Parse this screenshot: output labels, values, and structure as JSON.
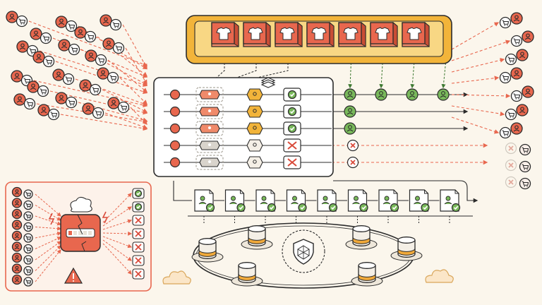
{
  "colors": {
    "background": "#fbf6ec",
    "ink": "#2b2b2b",
    "accent": "#e8674e",
    "accent_light": "#f6d9cc",
    "tray": "#f2b43a",
    "tray_light": "#f8d784",
    "success": "#79b95b",
    "success_dark": "#3f7a33",
    "failure": "#d94a3a",
    "panel": "#ffffff",
    "muted": "#cfc9bf",
    "db_band": "#f0a93a"
  },
  "icons": {
    "product": "tshirt-box-icon",
    "customer": "user-avatar-icon",
    "cart": "shopping-cart-icon",
    "stack": "layers-stack-icon",
    "hold": "ticket-hold-icon",
    "pay": "payment-hexagon-icon",
    "confirm": "check-badge-icon",
    "reject": "cross-badge-icon",
    "ledger": "document-check-icon",
    "database": "database-cylinder-icon",
    "shield": "shield-network-icon",
    "overload": "overloaded-server-icon",
    "warning": "warning-triangle-icon",
    "cloud": "cloud-icon"
  },
  "inventory": {
    "slots": 7
  },
  "incoming_requests": {
    "pairs": 20
  },
  "pipeline": {
    "rows": [
      {
        "status": "success",
        "tail_confirmations": 4
      },
      {
        "status": "success",
        "tail_confirmations": 1
      },
      {
        "status": "success",
        "tail_confirmations": 1
      },
      {
        "status": "rejected",
        "tail_confirmations": 0
      },
      {
        "status": "rejected",
        "tail_confirmations": 0
      }
    ]
  },
  "outgoing": {
    "success_pairs": 7,
    "rejected_pairs": 3
  },
  "ledger": {
    "entries": 9
  },
  "cluster": {
    "nodes": 6
  },
  "overload": {
    "requests": 9,
    "outcomes": [
      "success",
      "success",
      "rejected",
      "rejected",
      "rejected",
      "rejected",
      "rejected"
    ]
  }
}
